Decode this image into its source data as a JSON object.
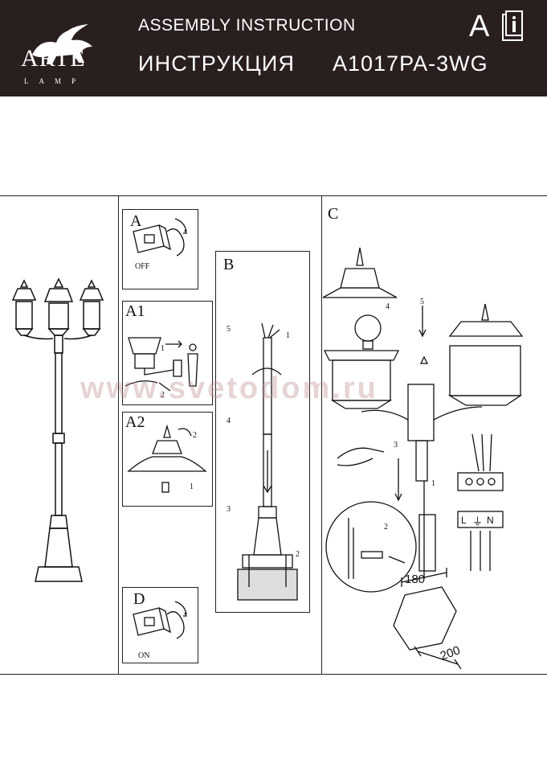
{
  "header": {
    "brand": "ARTE",
    "brand_sub": "LAMP",
    "title_en": "ASSEMBLY INSTRUCTION",
    "title_ru": "ИНСТРУКЦИЯ",
    "model": "A1017PA-3WG",
    "series_letter": "A",
    "colors": {
      "background": "#2a1f1f",
      "text": "#ffffff"
    },
    "icons": [
      "griffin-logo-icon",
      "info-booklet-icon"
    ]
  },
  "steps": {
    "A": {
      "label": "A",
      "caption": "OFF"
    },
    "A1": {
      "label": "A1"
    },
    "A2": {
      "label": "A2"
    },
    "B": {
      "label": "B"
    },
    "C": {
      "label": "C"
    },
    "D": {
      "label": "D",
      "caption": "ON"
    }
  },
  "numbers": {
    "n1": "1",
    "n2": "2",
    "n3": "3",
    "n4": "4",
    "n5": "5"
  },
  "dimensions": {
    "width_180": "180",
    "width_200": "200"
  },
  "wiring": {
    "L": "L",
    "ground": "⏚",
    "N": "N"
  },
  "watermark": "www.svetodom.ru"
}
